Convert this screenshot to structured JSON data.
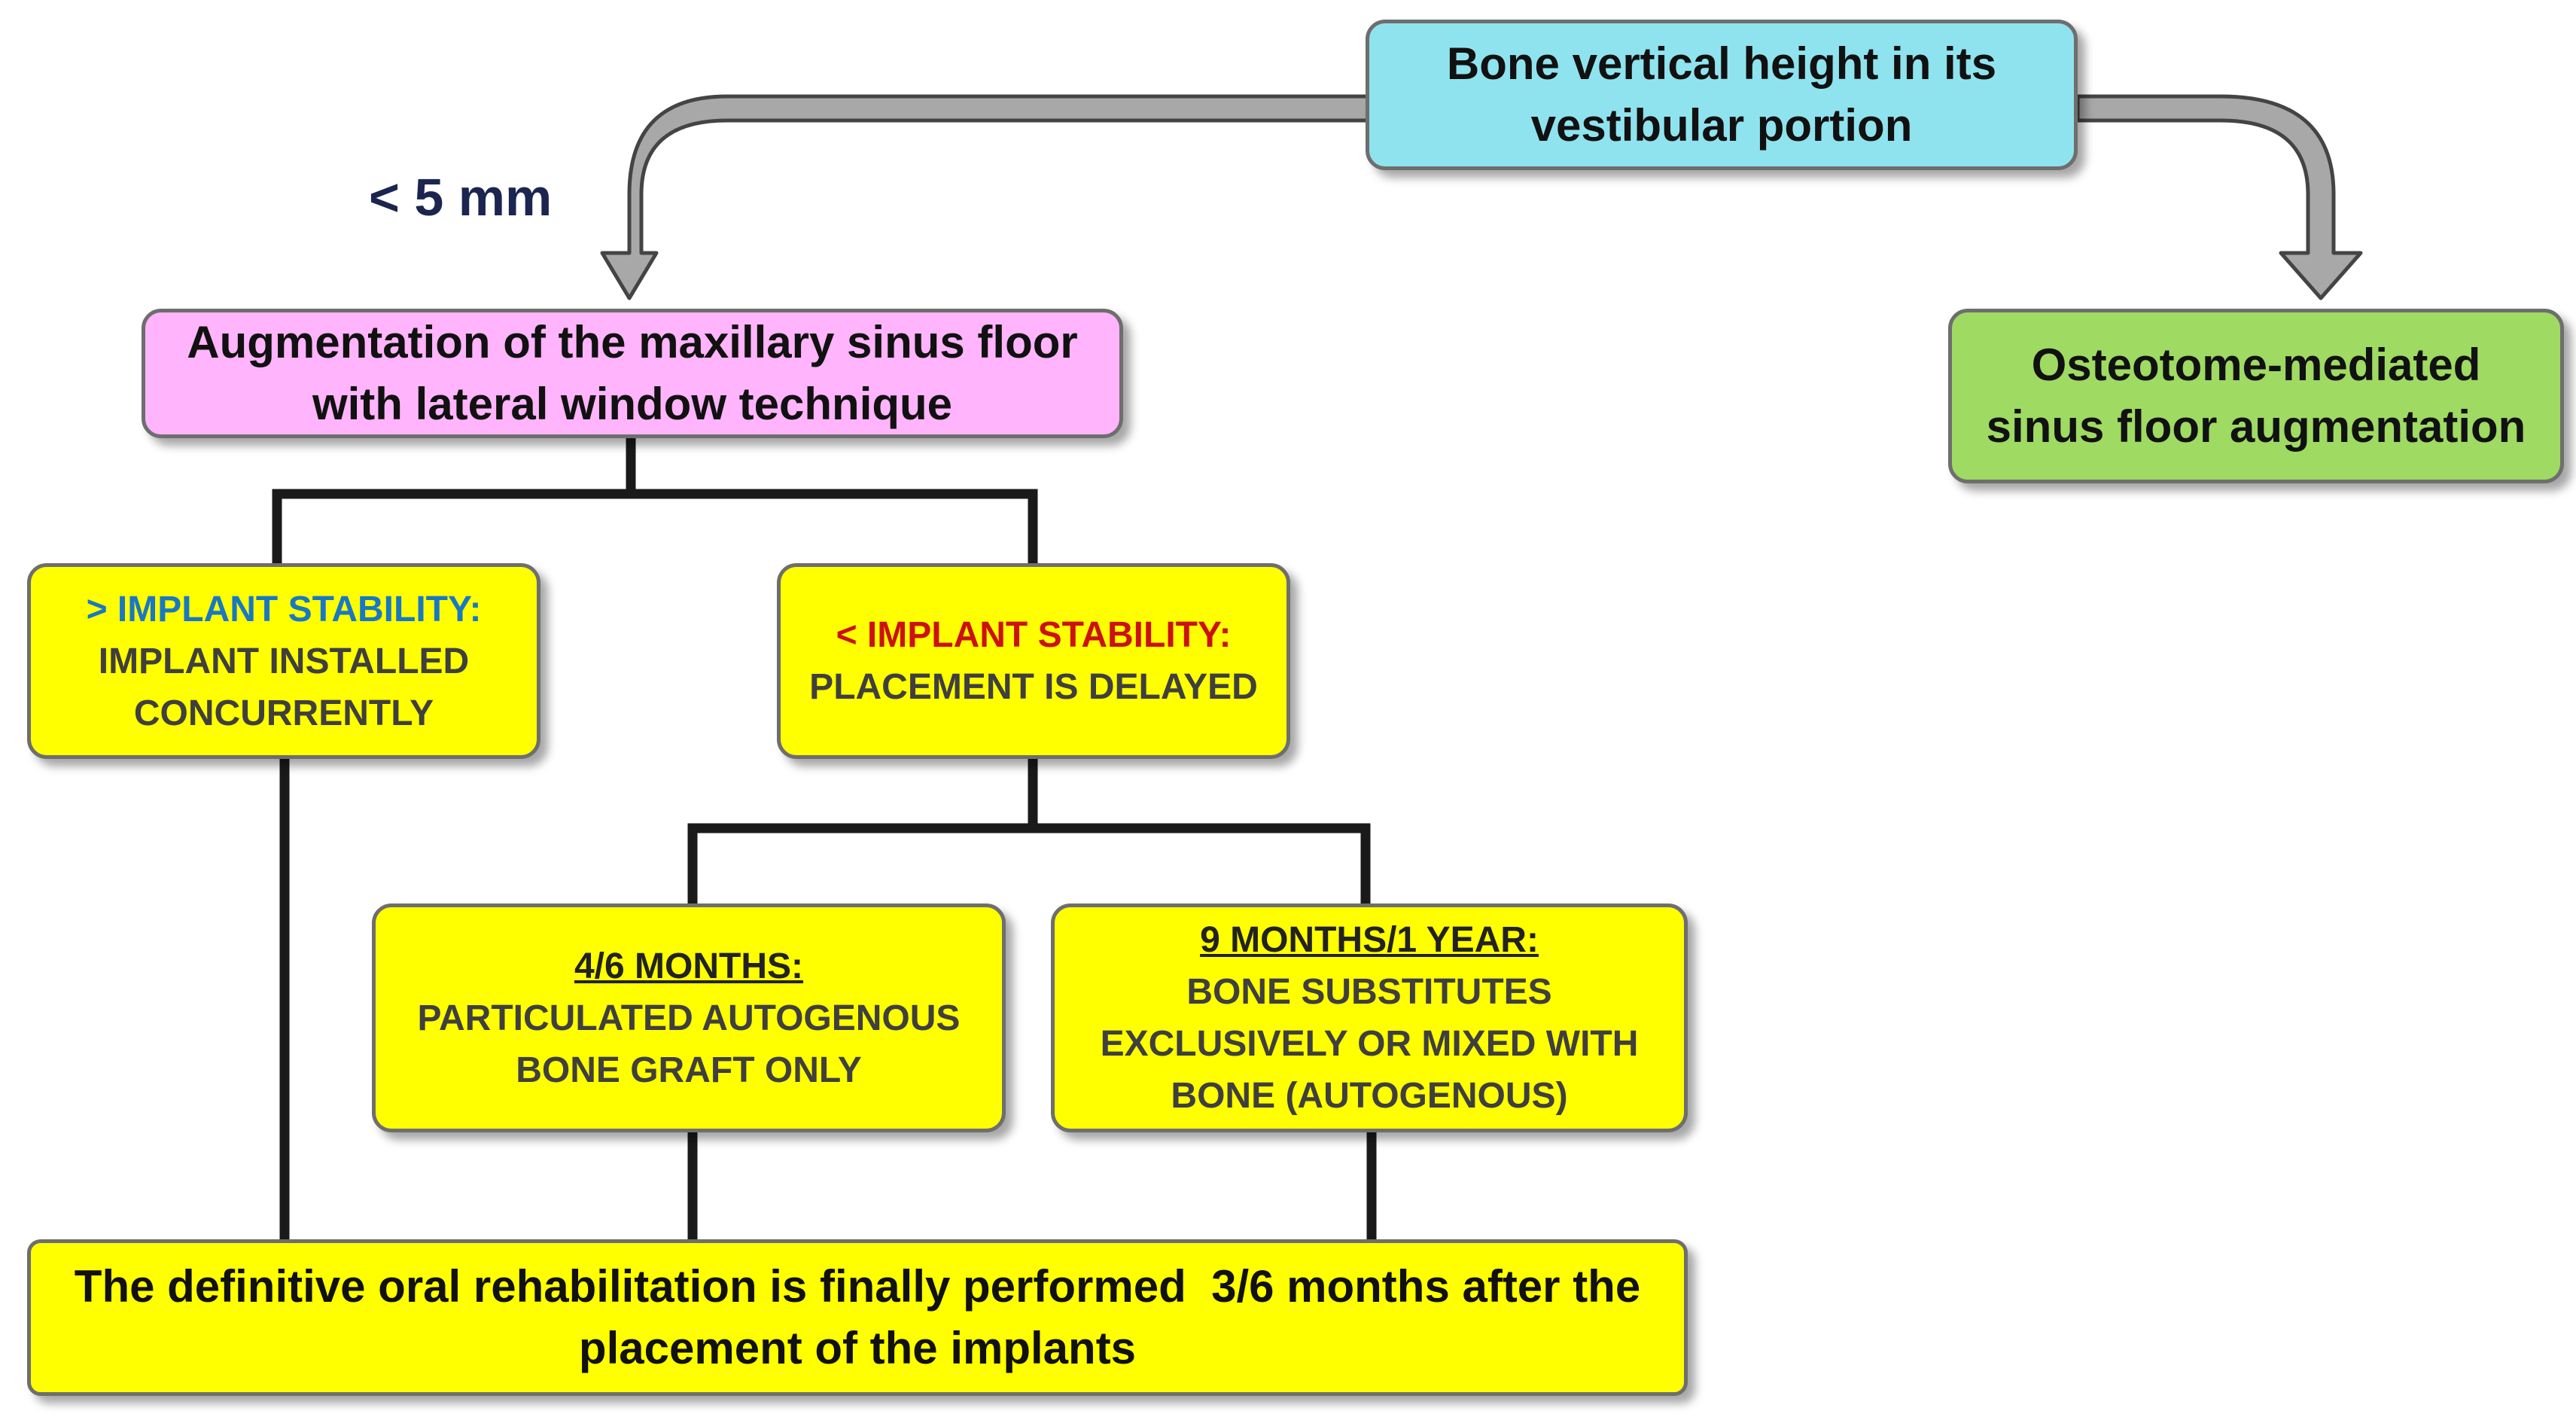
{
  "decision": {
    "lines": [
      "Bone vertical height in its",
      "vestibular portion"
    ],
    "left_branch_label": "< 5 mm"
  },
  "lateral_window": {
    "lines": [
      "Augmentation of the maxillary sinus floor",
      "with lateral window technique"
    ]
  },
  "osteotome": {
    "lines": [
      "Osteotome-mediated",
      "sinus floor augmentation"
    ]
  },
  "high_stability": {
    "heading": "> IMPLANT STABILITY:",
    "lines": [
      "IMPLANT INSTALLED",
      "CONCURRENTLY"
    ]
  },
  "low_stability": {
    "heading": "< IMPLANT STABILITY:",
    "lines": [
      "PLACEMENT IS DELAYED"
    ]
  },
  "autogenous_graft": {
    "heading": "4/6 MONTHS:",
    "lines": [
      "PARTICULATED AUTOGENOUS",
      "BONE GRAFT ONLY"
    ]
  },
  "bone_substitutes": {
    "heading": "9 MONTHS/1 YEAR:",
    "lines": [
      "BONE SUBSTITUTES",
      "EXCLUSIVELY OR MIXED WITH",
      "BONE (AUTOGENOUS)"
    ]
  },
  "final": {
    "lines": [
      "The definitive oral rehabilitation is finally performed  3/6 months after the",
      "placement of the implants"
    ]
  },
  "colors": {
    "decision_fill": "#8fe3ee",
    "lateral_window_fill": "#ffb4fb",
    "osteotome_fill": "#9fda63",
    "outcome_fill": "#ffff00",
    "high_stability_heading": "#1a78c2",
    "low_stability_heading": "#cc1111",
    "arrow_fill": "#a8a8a8"
  }
}
